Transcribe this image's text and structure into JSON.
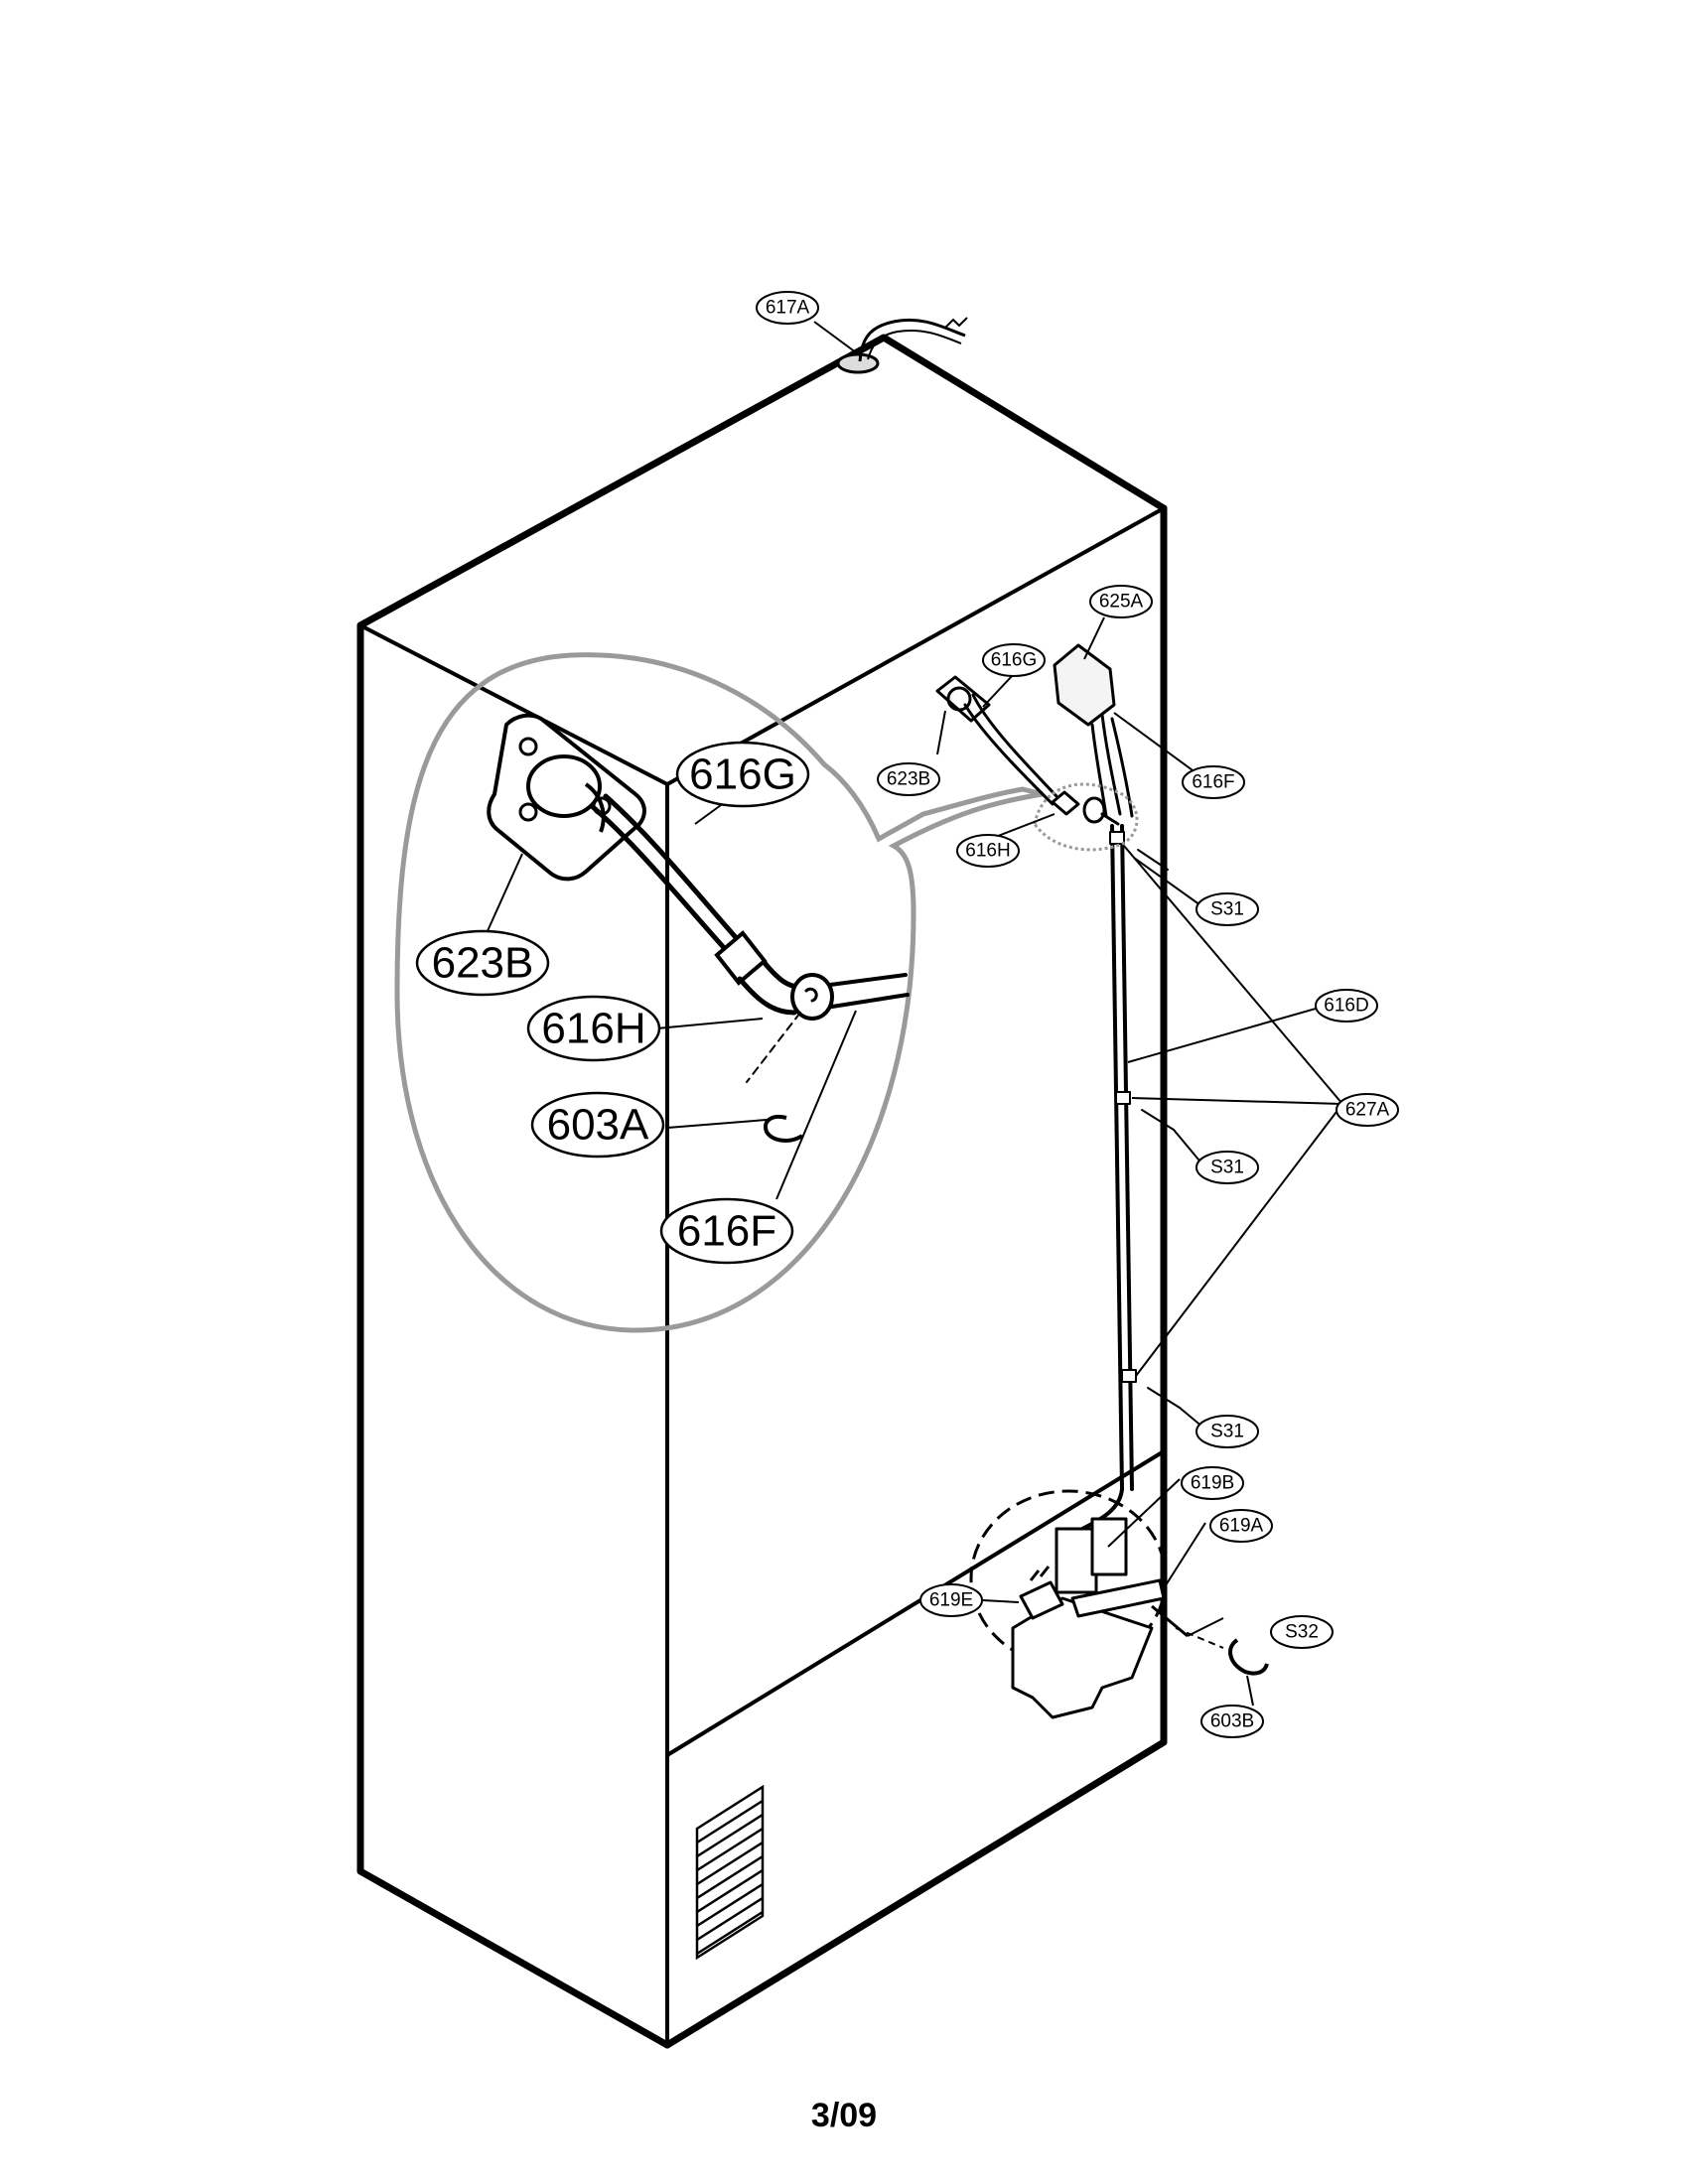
{
  "callouts": {
    "c617A": "617A",
    "c625A": "625A",
    "c616G": "616G",
    "c623B": "623B",
    "c616F": "616F",
    "c616H": "616H",
    "c616D": "616D",
    "c627A": "627A",
    "c619B": "619B",
    "c619A": "619A",
    "c619E": "619E",
    "c603B": "603B",
    "s31a": "S31",
    "s31b": "S31",
    "s31c": "S31",
    "s32": "S32"
  },
  "detail": {
    "d616G": "616G",
    "d623B": "623B",
    "d616H": "616H",
    "d603A": "603A",
    "d616F": "616F"
  },
  "page_number": "3/09"
}
